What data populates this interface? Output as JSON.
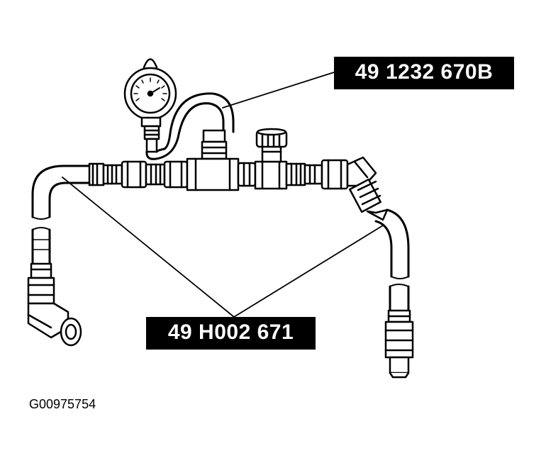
{
  "labels": {
    "top_part_number": "49 1232 670B",
    "bottom_part_number": "49 H002 671",
    "figure_id": "G00975754"
  },
  "colors": {
    "ink": "#000000",
    "paper": "#ffffff"
  }
}
